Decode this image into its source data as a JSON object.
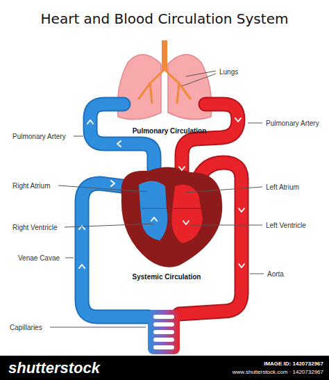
{
  "diagram": {
    "title": "Heart and Blood Circulation System",
    "labels": [
      "Lungs",
      "Pulmonary Circulation",
      "Pulmonary Artery",
      "Pulmonary Artery",
      "Right Atrium",
      "Left Atrium",
      "Right Ventricle",
      "Left Ventricle",
      "Venae Cavae",
      "Systemic Circulation",
      "Aorta",
      "Capillaries",
      "shutterstock",
      "IMAGE ID: 1420732967",
      "www.shutterstock.com · 1420732967"
    ]
  }
}
